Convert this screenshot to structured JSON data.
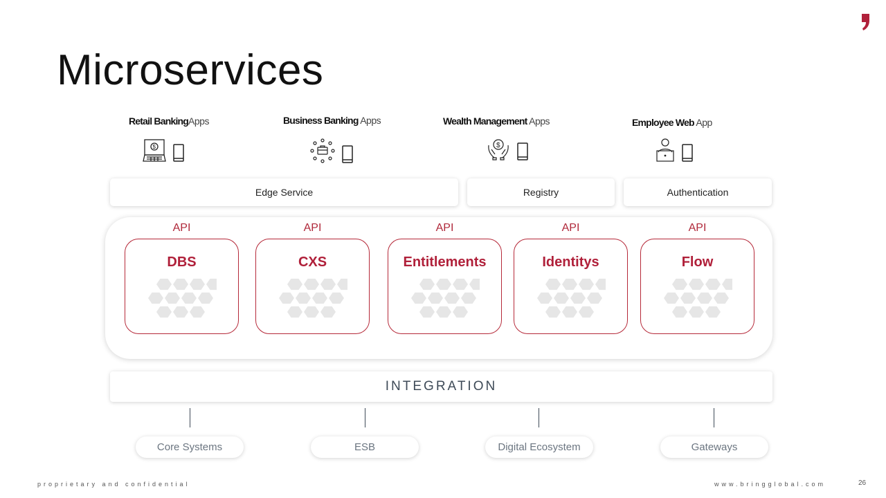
{
  "title": "Microservices",
  "apps": [
    {
      "bold": "Retail Banking",
      "rest": "Apps"
    },
    {
      "bold": "Business Banking",
      "rest": "Apps"
    },
    {
      "bold": "Wealth Management",
      "rest": "Apps"
    },
    {
      "bold": "Employee Web",
      "rest": "App"
    }
  ],
  "bars": {
    "edge": "Edge Service",
    "registry": "Registry",
    "auth": "Authentication"
  },
  "api_label": "API",
  "services": [
    "DBS",
    "CXS",
    "Entitlements",
    "Identitys",
    "Flow"
  ],
  "integration": "INTEGRATION",
  "systems": [
    "Core Systems",
    "ESB",
    "Digital Ecosystem",
    "Gateways"
  ],
  "footer": {
    "left": "proprietary and confidential",
    "url": "www.bringglobal.com",
    "page": "26"
  },
  "colors": {
    "accent": "#b0203a",
    "hex": "#e6e6e6"
  }
}
